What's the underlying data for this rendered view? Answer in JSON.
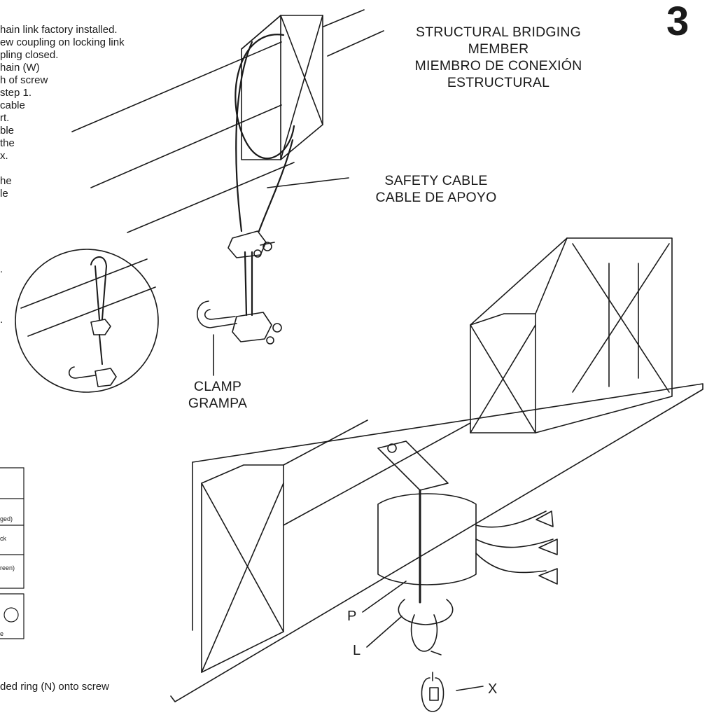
{
  "page": {
    "step_number": "3"
  },
  "callouts": {
    "structural_bridging": [
      "STRUCTURAL BRIDGING",
      "MEMBER",
      "MIEMBRO DE CONEXIÓN",
      "ESTRUCTURAL"
    ],
    "safety_cable": [
      "SAFETY CABLE",
      "CABLE DE APOYO"
    ],
    "clamp": [
      "CLAMP",
      "GRAMPA"
    ],
    "part_p": "P",
    "part_l": "L",
    "part_x": "X"
  },
  "instructions": {
    "lines": [
      "hain link factory installed.",
      "ew coupling on locking link",
      "pling closed.",
      "hain (W)",
      "h of screw",
      "step 1.",
      "cable",
      "rt.",
      "ble",
      "the",
      "x.",
      "he",
      "le",
      ".",
      "."
    ],
    "bottom": "ded ring (N) onto screw"
  },
  "wiring_table": {
    "cells": [
      "ged)",
      "ck",
      "reen)",
      "e"
    ]
  }
}
